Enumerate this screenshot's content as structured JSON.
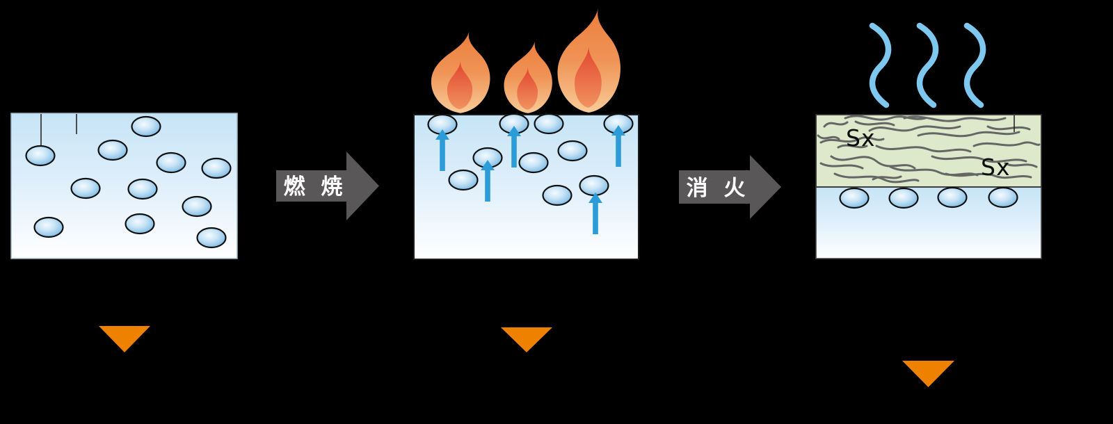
{
  "arrows": {
    "combustion": {
      "label": "燃 焼"
    },
    "extinguish": {
      "label": "消 火"
    }
  },
  "panels": {
    "liquid": {
      "bubble_count": 11,
      "leader_line_count": 2
    },
    "burning": {
      "bubble_count": 10,
      "flame_count": 3,
      "vapor_arrow_count": 5
    },
    "extinguished": {
      "sx_labels": [
        "Sx",
        "Sx"
      ],
      "bubble_count": 4,
      "steam_wisp_count": 3,
      "leader_line_count": 1
    }
  },
  "pointer_triangles": {
    "count": 3
  },
  "icons": {
    "flame-icon": "orange teardrop flame with red core",
    "steam-wisp-icon": "light blue S-curve",
    "vapor-arrow-icon": "blue upward arrow",
    "bubble-icon": "blue gradient ellipse",
    "stage-arrow-icon": "gray right-pointing block arrow",
    "pointer-triangle-icon": "orange downward triangle",
    "leader-line-icon": "thin black vertical line"
  },
  "colors": {
    "background": "#000000",
    "liquid_top": "#c6e4f6",
    "liquid_bottom": "#ffffff",
    "bubble_fill": "#5fa9dd",
    "bubble_highlight": "#f4fafe",
    "bubble_outline": "#101010",
    "vapor_arrow": "#2b9cd8",
    "steam_wisp": "#7ec7ee",
    "flame_outer_top": "#ec7e3d",
    "flame_outer_bottom": "#f9cb98",
    "flame_core_top": "#e2452e",
    "flame_core_bottom": "#f0935f",
    "stage_arrow": "#595757",
    "stage_arrow_text": "#ffffff",
    "foam_layer": "#dde9ca",
    "foam_strand": "#666666",
    "pointer_triangle": "#ee8200"
  }
}
